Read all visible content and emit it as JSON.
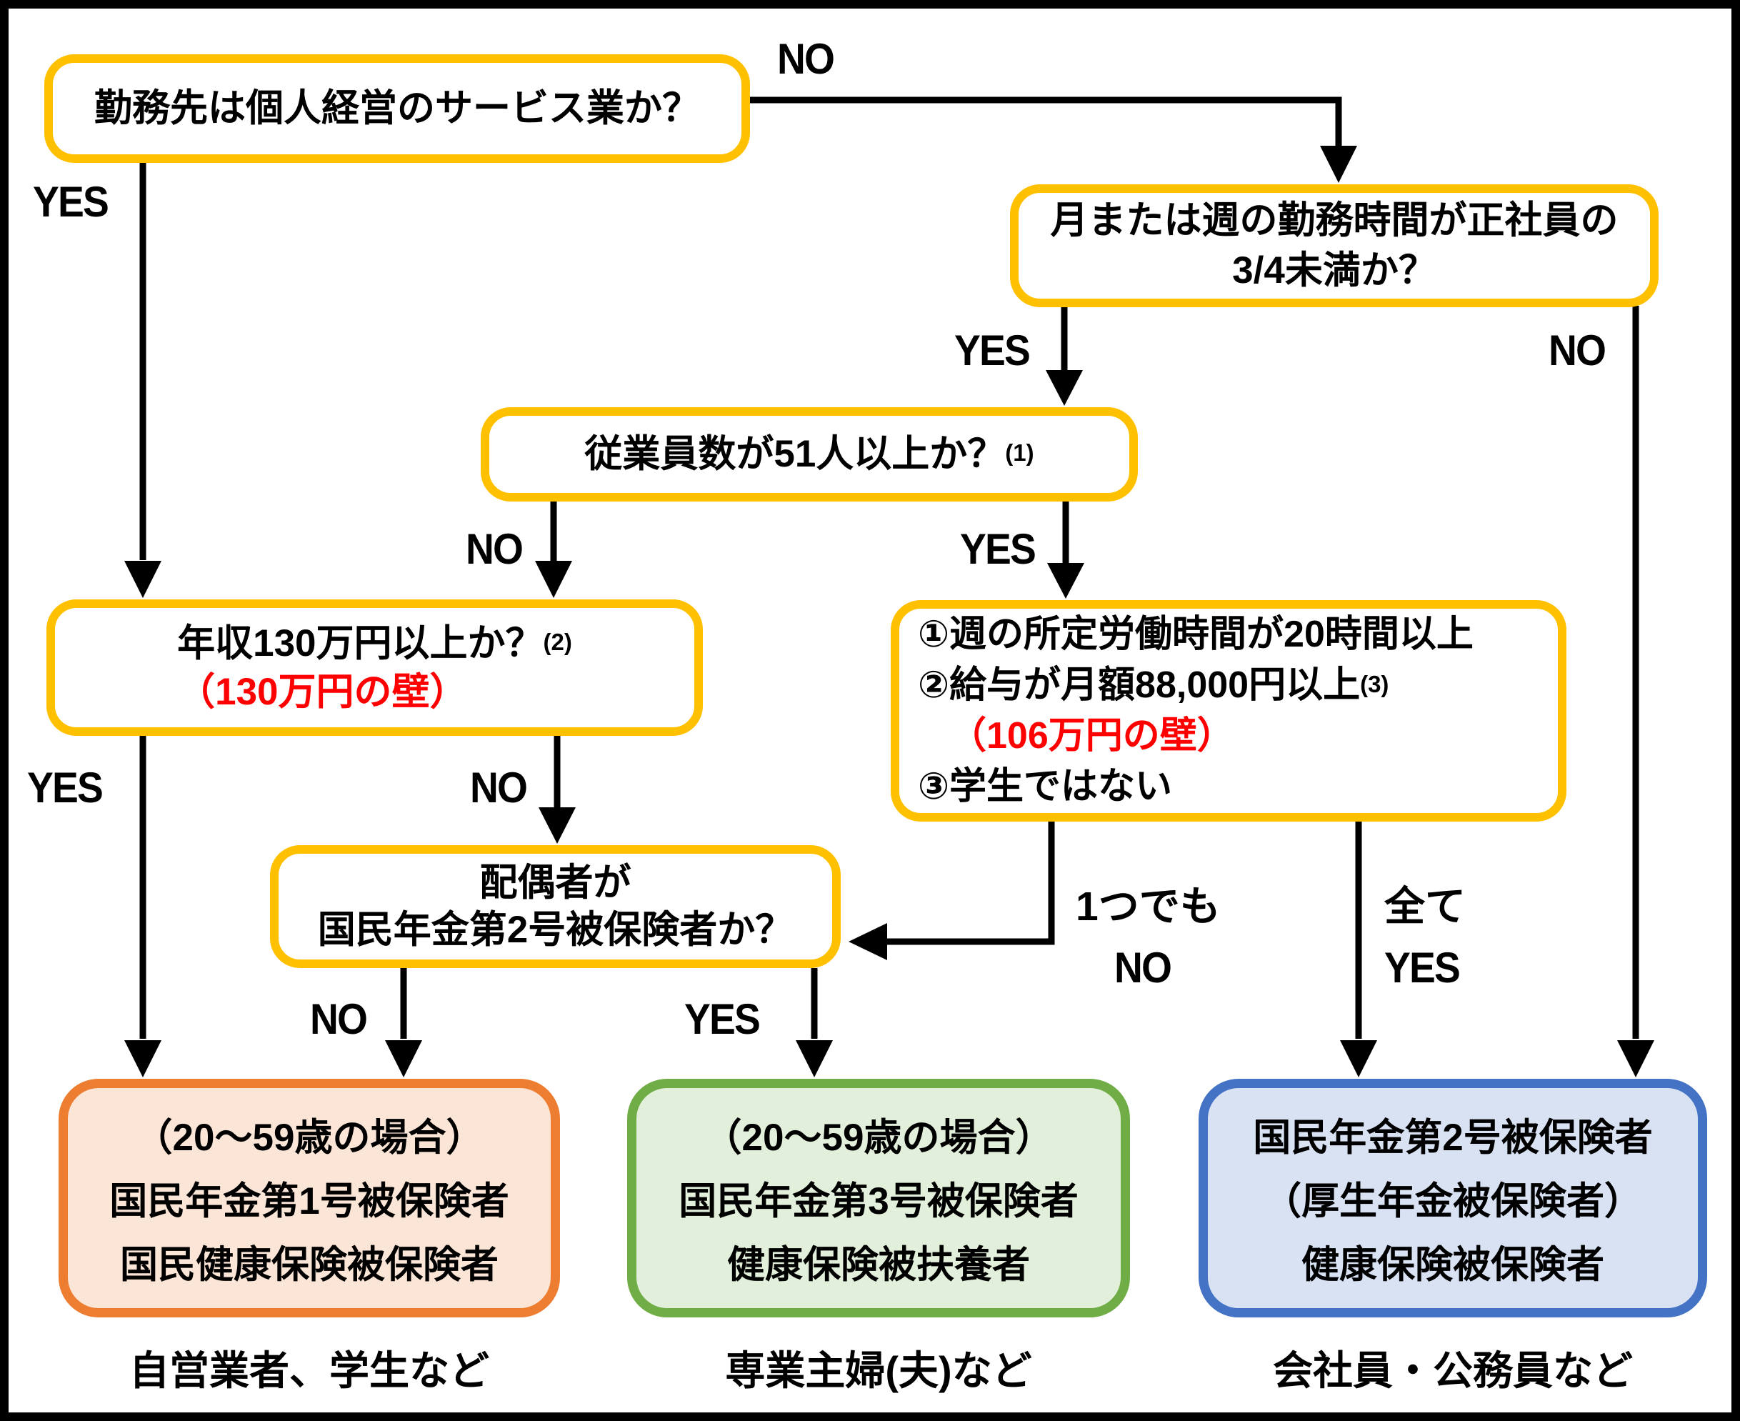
{
  "colors": {
    "question_border": "#FFC000",
    "result1_border": "#ED7D31",
    "result1_fill": "#FBE5D6",
    "result2_border": "#4472C4",
    "result2_fill": "#D9E2F3",
    "result3_border": "#70AD47",
    "result3_fill": "#E2EFDA",
    "note_red": "#FF0000",
    "line_black": "#000000",
    "text_black": "#000000",
    "canvas_bg": "#FFFFFF"
  },
  "diagram": {
    "decision_boxes": {
      "workplace": {
        "text": "勤務先は個人経営のサービス業か？"
      },
      "work_hours": {
        "line1": "月または週の勤務時間が正社員の",
        "line2": "3/4未満か？"
      },
      "employee_count": {
        "text": "従業員数が51人以上か？",
        "sup": "(1)"
      },
      "income_130": {
        "text": "年収130万円以上か？",
        "sup": "(2)",
        "note": "（130万円の壁）"
      },
      "part_time_conditions": {
        "item1": "①週の所定労働時間が20時間以上",
        "item2": "②給与が月額88,000円以上",
        "item2_sup": "(3)",
        "note": "（106万円の壁）",
        "item3": "③学生ではない"
      },
      "spouse": {
        "line1": "配偶者が",
        "line2": "国民年金第2号被保険者か？"
      }
    },
    "result_boxes": {
      "category1": {
        "line1": "（20～59歳の場合）",
        "line2": "国民年金第1号被保険者",
        "line3": "国民健康保険被保険者",
        "caption": "自営業者、学生など"
      },
      "category3": {
        "line1": "（20～59歳の場合）",
        "line2": "国民年金第3号被保険者",
        "line3": "健康保険被扶養者",
        "caption": "専業主婦(夫)など"
      },
      "category2": {
        "line1": "国民年金第2号被保険者",
        "line2": "（厚生年金被保険者）",
        "line3": "健康保険被保険者",
        "caption": "会社員・公務員など"
      }
    },
    "edge_labels": {
      "workplace_no": "NO",
      "workplace_yes": "YES",
      "hours_yes": "YES",
      "hours_no": "NO",
      "employees_no": "NO",
      "employees_yes": "YES",
      "income_yes": "YES",
      "income_no": "NO",
      "spouse_no": "NO",
      "spouse_yes": "YES",
      "conditions_any_no_1": "1つでも",
      "conditions_any_no_2": "NO",
      "conditions_all_yes_1": "全て",
      "conditions_all_yes_2": "YES"
    }
  }
}
